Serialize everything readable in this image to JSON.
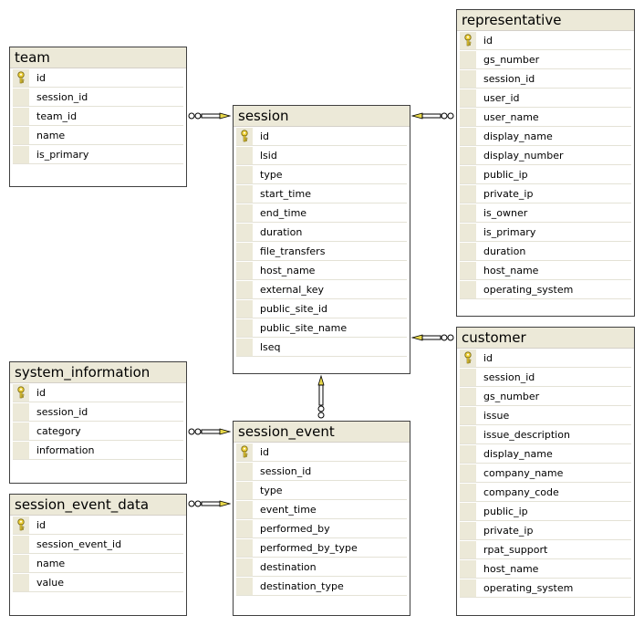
{
  "tables": {
    "team": {
      "title": "team",
      "columns": [
        "id",
        "session_id",
        "team_id",
        "name",
        "is_primary"
      ]
    },
    "session": {
      "title": "session",
      "columns": [
        "id",
        "lsid",
        "type",
        "start_time",
        "end_time",
        "duration",
        "file_transfers",
        "host_name",
        "external_key",
        "public_site_id",
        "public_site_name",
        "lseq"
      ]
    },
    "representative": {
      "title": "representative",
      "columns": [
        "id",
        "gs_number",
        "session_id",
        "user_id",
        "user_name",
        "display_name",
        "display_number",
        "public_ip",
        "private_ip",
        "is_owner",
        "is_primary",
        "duration",
        "host_name",
        "operating_system"
      ]
    },
    "customer": {
      "title": "customer",
      "columns": [
        "id",
        "session_id",
        "gs_number",
        "issue",
        "issue_description",
        "display_name",
        "company_name",
        "company_code",
        "public_ip",
        "private_ip",
        "rpat_support",
        "host_name",
        "operating_system"
      ]
    },
    "system_information": {
      "title": "system_information",
      "columns": [
        "id",
        "session_id",
        "category",
        "information"
      ]
    },
    "session_event": {
      "title": "session_event",
      "columns": [
        "id",
        "session_id",
        "type",
        "event_time",
        "performed_by",
        "performed_by_type",
        "destination",
        "destination_type"
      ]
    },
    "session_event_data": {
      "title": "session_event_data",
      "columns": [
        "id",
        "session_event_id",
        "name",
        "value"
      ]
    }
  },
  "primary_key_icon": "key-icon",
  "relationships": [
    {
      "from": "team",
      "to": "session"
    },
    {
      "from": "representative",
      "to": "session"
    },
    {
      "from": "customer",
      "to": "session"
    },
    {
      "from": "session_event",
      "to": "session"
    },
    {
      "from": "system_information",
      "to": "session_event"
    },
    {
      "from": "session_event_data",
      "to": "session_event"
    }
  ]
}
